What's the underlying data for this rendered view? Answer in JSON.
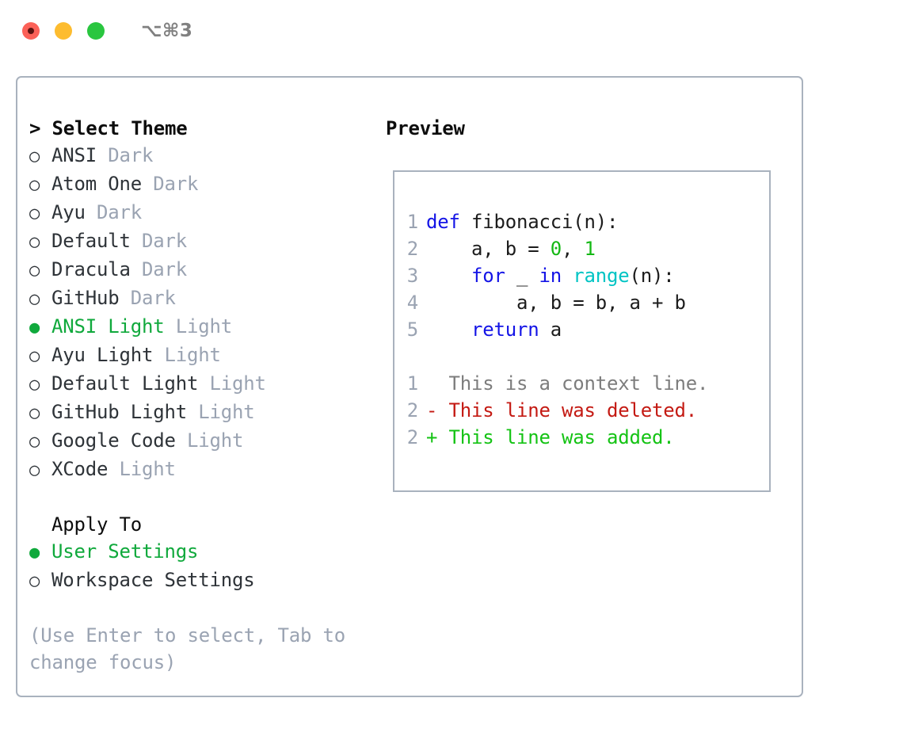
{
  "window": {
    "shortcut": "⌥⌘3",
    "traffic_lights": [
      {
        "name": "close-button",
        "color": "#fb6158"
      },
      {
        "name": "minimize-button",
        "color": "#fdbc2f"
      },
      {
        "name": "maximize-button",
        "color": "#29c63f"
      }
    ]
  },
  "theme_picker": {
    "heading": "> Select Theme",
    "selected_marker": "●",
    "unselected_marker": "○",
    "accent_color": "#10a93c",
    "muted_color": "#9aa3b2",
    "options": [
      {
        "name": "ANSI",
        "variant": "Dark",
        "selected": false
      },
      {
        "name": "Atom One",
        "variant": "Dark",
        "selected": false
      },
      {
        "name": "Ayu",
        "variant": "Dark",
        "selected": false
      },
      {
        "name": "Default",
        "variant": "Dark",
        "selected": false
      },
      {
        "name": "Dracula",
        "variant": "Dark",
        "selected": false
      },
      {
        "name": "GitHub",
        "variant": "Dark",
        "selected": false
      },
      {
        "name": "ANSI Light",
        "variant": "Light",
        "selected": true
      },
      {
        "name": "Ayu Light",
        "variant": "Light",
        "selected": false
      },
      {
        "name": "Default Light",
        "variant": "Light",
        "selected": false
      },
      {
        "name": "GitHub Light",
        "variant": "Light",
        "selected": false
      },
      {
        "name": "Google Code",
        "variant": "Light",
        "selected": false
      },
      {
        "name": "XCode",
        "variant": "Light",
        "selected": false
      }
    ]
  },
  "apply_to": {
    "heading": "Apply To",
    "options": [
      {
        "name": "User Settings",
        "selected": true
      },
      {
        "name": "Workspace Settings",
        "selected": false
      }
    ]
  },
  "hint": "(Use Enter to select, Tab to change focus)",
  "preview": {
    "title": "Preview",
    "code_lines": [
      {
        "num": "1",
        "tokens": [
          {
            "text": "def ",
            "style": "kw"
          },
          {
            "text": "fibonacci(n):",
            "style": "plain"
          }
        ]
      },
      {
        "num": "2",
        "tokens": [
          {
            "text": "    a, b = ",
            "style": "plain"
          },
          {
            "text": "0",
            "style": "num"
          },
          {
            "text": ", ",
            "style": "plain"
          },
          {
            "text": "1",
            "style": "num"
          }
        ]
      },
      {
        "num": "3",
        "tokens": [
          {
            "text": "    ",
            "style": "plain"
          },
          {
            "text": "for",
            "style": "kw"
          },
          {
            "text": " _ ",
            "style": "plain"
          },
          {
            "text": "in",
            "style": "kw"
          },
          {
            "text": " ",
            "style": "plain"
          },
          {
            "text": "range",
            "style": "fn"
          },
          {
            "text": "(n):",
            "style": "plain"
          }
        ]
      },
      {
        "num": "4",
        "tokens": [
          {
            "text": "        a, b = b, a + b",
            "style": "plain"
          }
        ]
      },
      {
        "num": "5",
        "tokens": [
          {
            "text": "    ",
            "style": "plain"
          },
          {
            "text": "return",
            "style": "kw"
          },
          {
            "text": " a",
            "style": "plain"
          }
        ]
      }
    ],
    "diff_lines": [
      {
        "num": "1",
        "marker": "  ",
        "text": "This is a context line.",
        "style": "ctx"
      },
      {
        "num": "2",
        "marker": "- ",
        "text": "This line was deleted.",
        "style": "del"
      },
      {
        "num": "2",
        "marker": "+ ",
        "text": "This line was added.",
        "style": "add"
      }
    ]
  }
}
